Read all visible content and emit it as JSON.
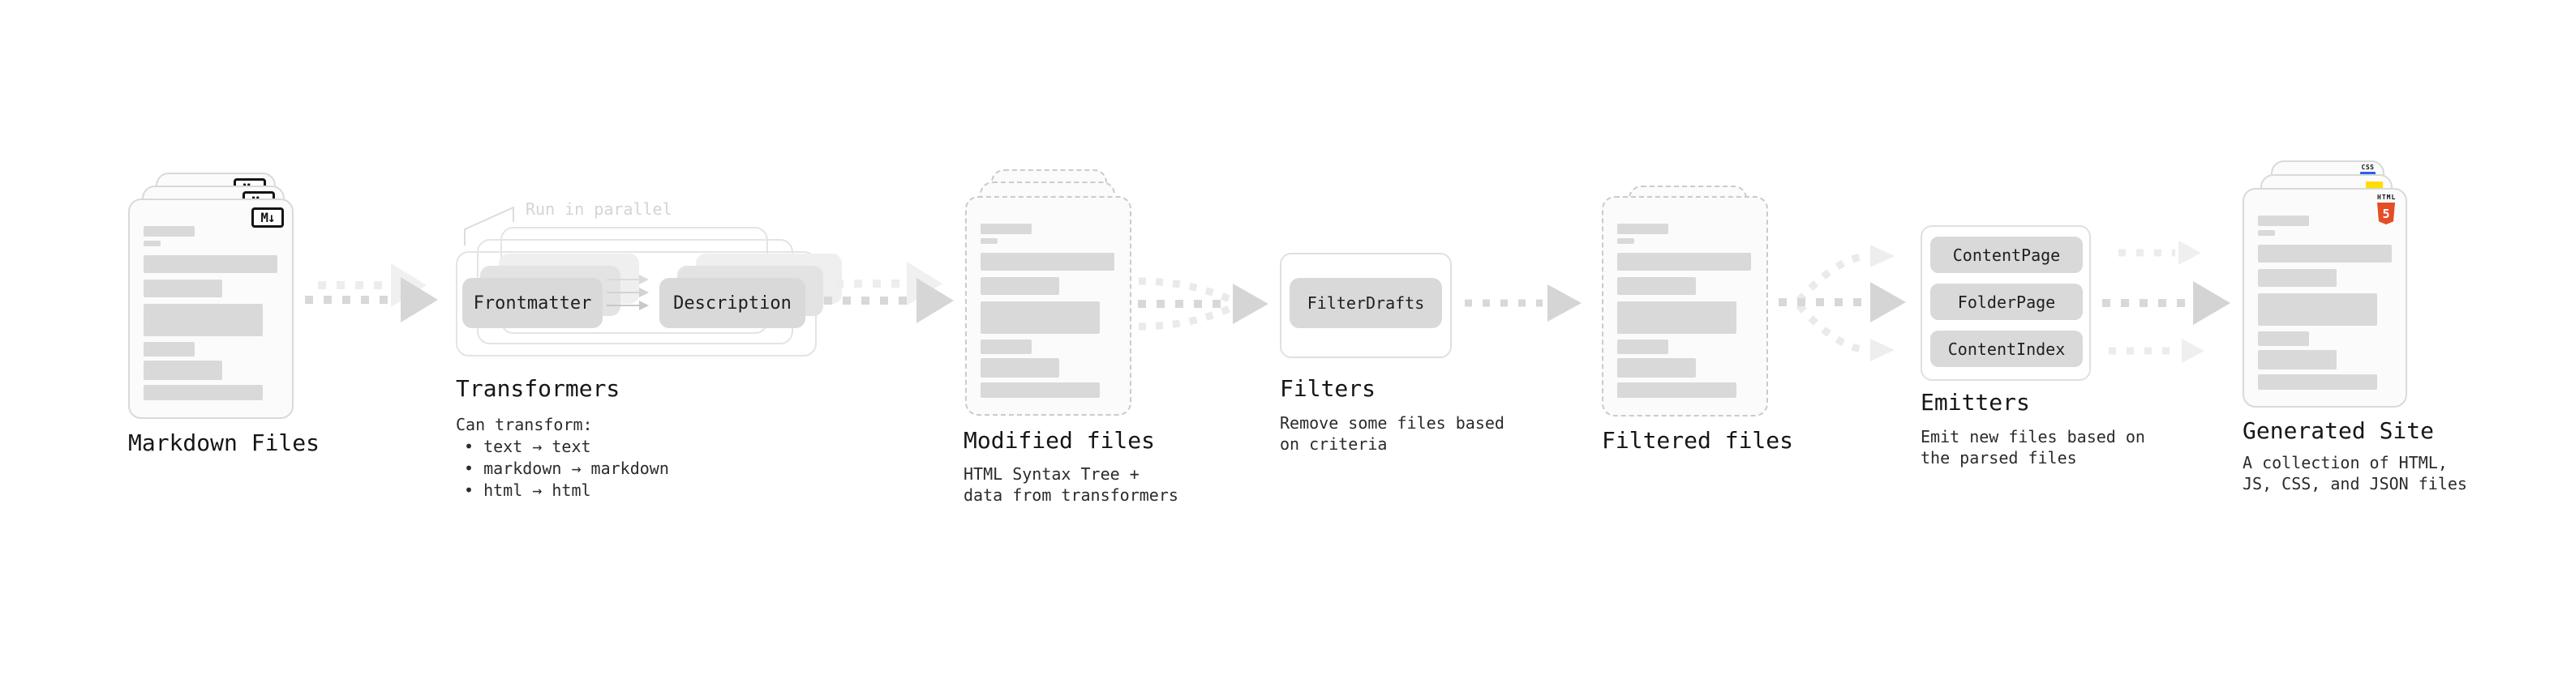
{
  "stages": {
    "markdown": {
      "title": "Markdown Files",
      "badge": "M↓"
    },
    "transformers": {
      "title": "Transformers",
      "note": "Run in parallel",
      "box_left": "Frontmatter",
      "box_right": "Description",
      "can_transform_heading": "Can transform:",
      "bullets": [
        "• text → text",
        "• markdown → markdown",
        "• html → html"
      ]
    },
    "modified": {
      "title": "Modified files",
      "description": "HTML Syntax Tree +\ndata from transformers"
    },
    "filters": {
      "title": "Filters",
      "box": "FilterDrafts",
      "description": "Remove some files based\non criteria"
    },
    "filtered": {
      "title": "Filtered files"
    },
    "emitters": {
      "title": "Emitters",
      "boxes": [
        "ContentPage",
        "FolderPage",
        "ContentIndex"
      ],
      "description": "Emit new files based on\nthe parsed files"
    },
    "generated": {
      "title": "Generated Site",
      "description": "A collection of HTML,\nJS, CSS, and JSON files",
      "badge_html_word": "HTML",
      "badge_html_number": "5",
      "badge_css": "CSS"
    }
  },
  "colors": {
    "html5_orange": "#e44d26",
    "js_yellow": "#ffdd00",
    "css_blue": "#2760ef",
    "box_grey": "#d9d9d9",
    "arrow_grey": "#d6d6d6"
  }
}
